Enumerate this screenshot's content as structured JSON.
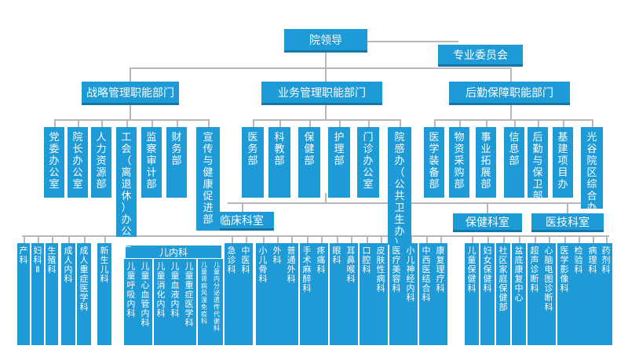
{
  "root": "院领导",
  "committee": "专业委员会",
  "departments": [
    {
      "label": "战略管理职能部门",
      "children": [
        "党委办公室",
        "院长办公室",
        "人力资源部",
        "工会（离退休）办公室",
        "监察审计部",
        "财务部",
        "宣传与健康促进部"
      ]
    },
    {
      "label": "业务管理职能部门",
      "children": [
        "医务部",
        "科教部",
        "保健部",
        "护理部",
        "门诊办公室",
        "院感办（公共卫生办）"
      ]
    },
    {
      "label": "后勤保障职能部门",
      "children": [
        "医学装备部",
        "物资采购部",
        "事业拓展部",
        "信息部",
        "后勤与保卫部",
        "基建项目办",
        "光谷院区综合办"
      ]
    }
  ],
  "clinical": {
    "label": "临床科室",
    "pediatrics_label": "儿内科",
    "pediatrics_subunits": [
      "儿童呼吸内科",
      "儿童心血管内科",
      "儿童消化内科",
      "儿童血液内科",
      "儿童重症医学科",
      "儿童肾病风湿免疫科",
      "儿童内分泌遗传代谢科"
    ],
    "units": [
      "产科",
      "妇科Ⅱ",
      "生殖科",
      "成人内科",
      "成人重症医学科",
      "新生儿科",
      "急诊科",
      "中医科",
      "小儿骨科",
      "外科",
      "普通外科",
      "手术麻醉科",
      "疼痛科",
      "眼科",
      "耳鼻喉科",
      "口腔科",
      "皮肤性病科",
      "医疗美容科",
      "小儿神经内科",
      "中西医结合科",
      "康复理疗科"
    ]
  },
  "healthcare": {
    "label": "保健科室",
    "units": [
      "儿童保健科",
      "妇女保健科",
      "社区家庭保健部",
      "盆底康复中心"
    ]
  },
  "medtech": {
    "label": "医技科室",
    "units": [
      "超声诊断科",
      "心脑电图诊断科",
      "医学影像科",
      "检验科",
      "病理科",
      "药剂科"
    ]
  }
}
